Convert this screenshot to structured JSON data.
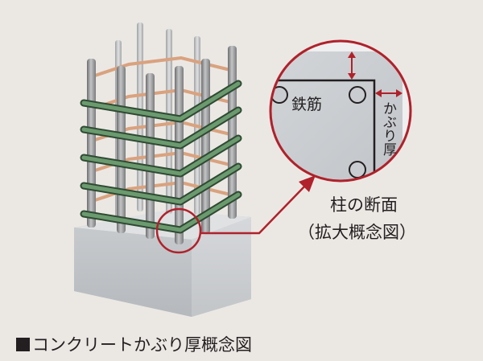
{
  "colors": {
    "background": "#ebe8e4",
    "concrete": "#c9ccd0",
    "bar": "#9a9b9d",
    "hoop_green": "#5f8a62",
    "hoop_orange": "#d9a27e",
    "accent_red": "#b0212b"
  },
  "labels": {
    "rebar": "鉄筋",
    "cover": "かぶり厚",
    "section_line1": "柱の断面",
    "section_line2": "（拡大概念図）"
  },
  "caption": {
    "marker": "■",
    "text": "コンクリートかぶり厚概念図"
  }
}
